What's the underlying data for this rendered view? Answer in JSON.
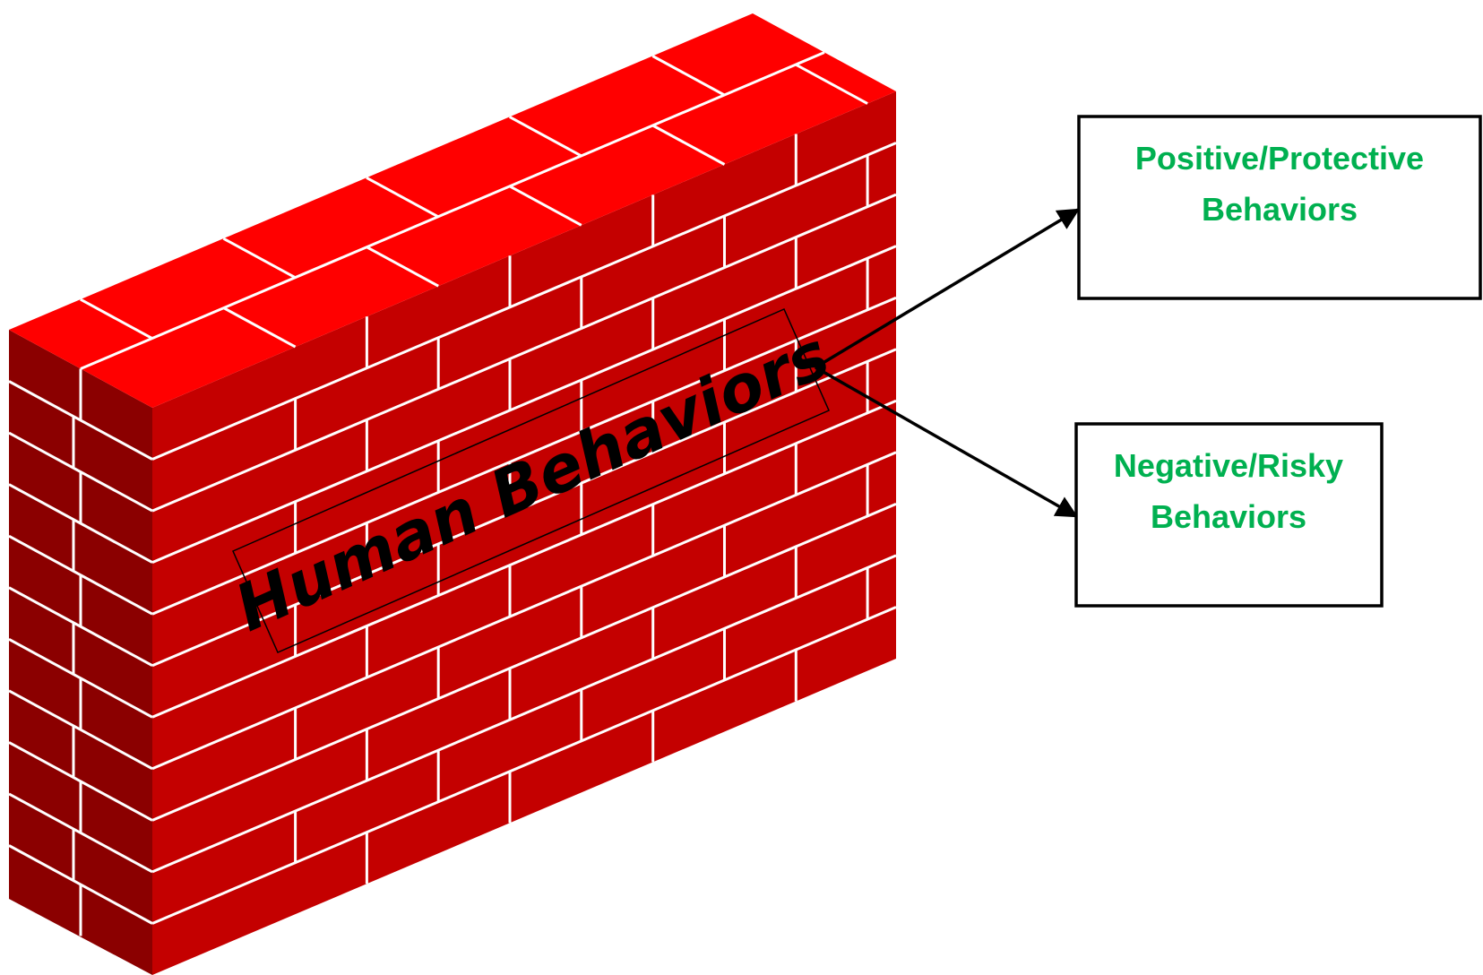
{
  "center_label": "Human Behaviors",
  "boxes": {
    "positive": {
      "line1": "Positive/Protective",
      "line2": "Behaviors"
    },
    "negative": {
      "line1": "Negative/Risky",
      "line2": "Behaviors"
    }
  },
  "colors": {
    "brick_front": "#c40000",
    "brick_top": "#ff0000",
    "brick_side": "#8b0000",
    "mortar": "#ffffff",
    "box_text": "#00b050",
    "outline": "#000000"
  }
}
